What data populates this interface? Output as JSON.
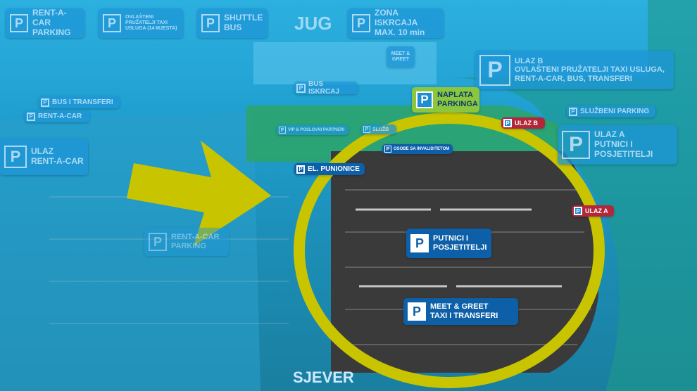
{
  "compass": {
    "south": "JUG",
    "north": "SJEVER"
  },
  "signs": {
    "rentacar_parking": "RENT-A-CAR\nPARKING",
    "taxi_authorized": "OVLAŠTENI\nPRUŽATELJI TAXI\nUSLUGA (14 MJESTA)",
    "shuttle_bus": "SHUTTLE\nBUS",
    "drop_off_zone": "ZONA ISKRCAJA\nMAX. 10 min",
    "meet_greet_small": "MEET &\nGREET",
    "bus_iskrcaj": "BUS ISKRCAJ",
    "ulaz_b": "ULAZ B\nOVLAŠTENI PRUŽATELJI TAXI USLUGA,\nRENT-A-CAR, BUS, TRANSFERI",
    "naplata": "NAPLATA\nPARKINGA",
    "bus_transferi": "BUS I TRANSFERI",
    "rentacar": "RENT-A-CAR",
    "sluzbeni_parking": "SLUŽBENI PARKING",
    "ulaz_a": "ULAZ A\nPUTNICI I\nPOSJETITELJI",
    "vip": "VIP & POSLOVNI PARTNERI",
    "sluzbeni_short": "SLUŽB",
    "ulaz_b_red": "ULAZ B",
    "invalidi": "OSOBE SA INVALIDITETOM",
    "ulaz_rentacar": "ULAZ\nRENT-A-CAR",
    "el_punionice": "EL. PUNIONICE",
    "rentacar_parking_lot": "RENT-A-CAR\nPARKING",
    "putnici": "PUTNICI I\nPOSJETITELJI",
    "ulaz_a_red": "ULAZ A",
    "meet_greet_taxi": "MEET & GREET\nTAXI I TRANSFERI"
  },
  "p_letter": "P",
  "colors": {
    "highlight": "#c8c400",
    "sign": "#1d8fd0",
    "sign_dark": "#0d5fa8"
  }
}
